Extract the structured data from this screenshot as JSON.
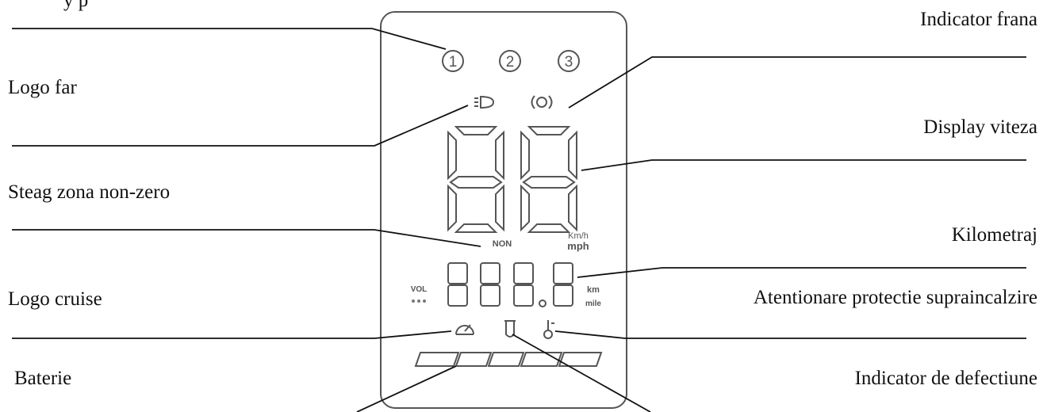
{
  "labels": {
    "top_left_partial": "y   p",
    "logo_far": "Logo far",
    "steag": "Steag zona non-zero",
    "logo_cruise": "Logo cruise",
    "baterie": "Baterie",
    "indicator_frana": "Indicator frana",
    "display_viteza": "Display viteza",
    "kilometraj": "Kilometraj",
    "atentionare": "Atentionare protectie supraincalzire",
    "indicator_defectiune": "Indicator de defectiune"
  },
  "display": {
    "gear_1": "1",
    "gear_2": "2",
    "gear_3": "3",
    "non": "NON",
    "kmh": "Km/h",
    "mph": "mph",
    "vol": "VOL",
    "km": "km",
    "mile": "mile"
  },
  "colors": {
    "outline": "#555555",
    "lines": "#111111"
  }
}
